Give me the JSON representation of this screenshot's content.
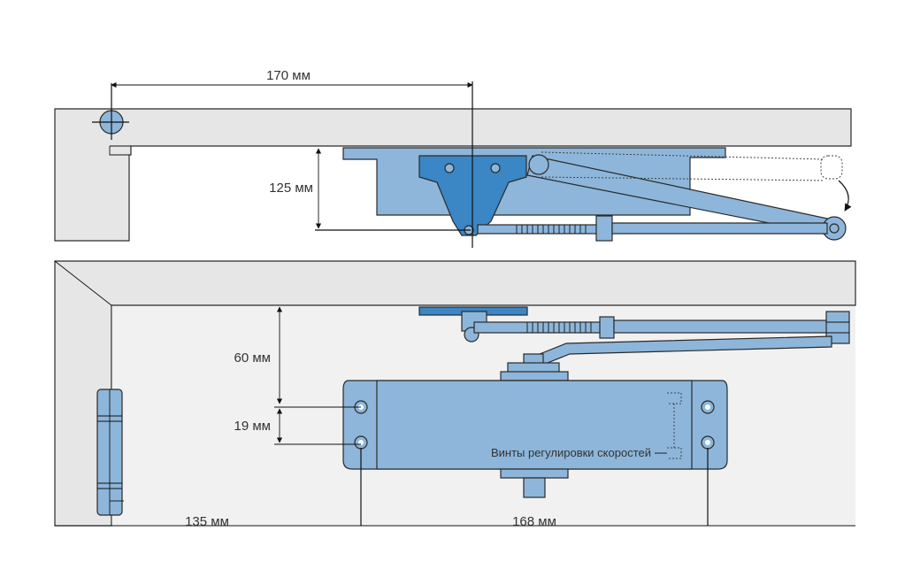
{
  "labels": {
    "dim_170": "170 мм",
    "dim_125": "125 мм",
    "dim_60": "60 мм",
    "dim_19": "19 мм",
    "dim_135": "135 мм",
    "dim_168": "168 мм",
    "speed_screws": "Винты регулировки скоростей"
  },
  "colors": {
    "body": "#8db6da",
    "bracket": "#3b86c4",
    "wall": "#e6e6e6"
  }
}
